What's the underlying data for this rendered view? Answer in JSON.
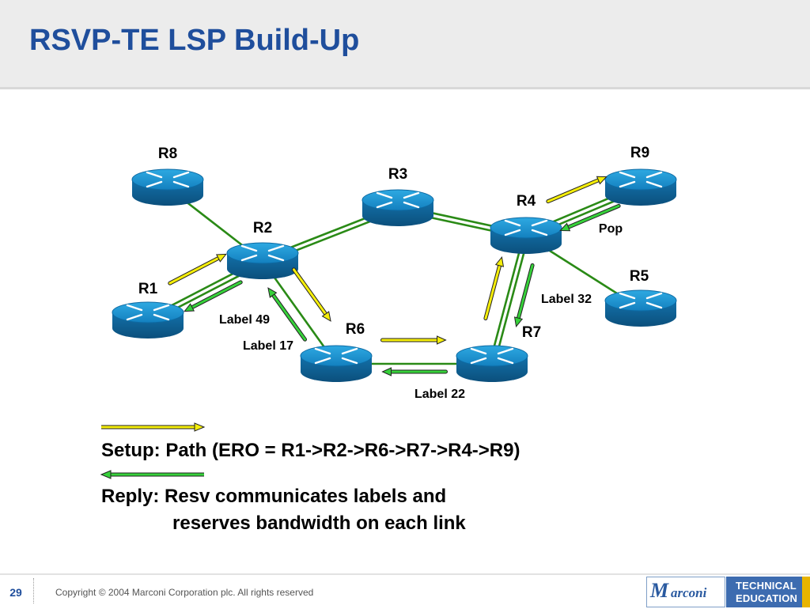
{
  "title": "RSVP-TE LSP Build-Up",
  "colors": {
    "title": "#1f4e9c",
    "link": "#2a8a16",
    "path_arrow": "#f5ee0a",
    "resv_arrow": "#36d13a"
  },
  "routers": [
    {
      "id": "R1",
      "label": "R1",
      "icon": "router-icon"
    },
    {
      "id": "R2",
      "label": "R2",
      "icon": "router-icon"
    },
    {
      "id": "R3",
      "label": "R3",
      "icon": "router-icon"
    },
    {
      "id": "R4",
      "label": "R4",
      "icon": "router-icon"
    },
    {
      "id": "R5",
      "label": "R5",
      "icon": "router-icon"
    },
    {
      "id": "R6",
      "label": "R6",
      "icon": "router-icon"
    },
    {
      "id": "R7",
      "label": "R7",
      "icon": "router-icon"
    },
    {
      "id": "R8",
      "label": "R8",
      "icon": "router-icon"
    },
    {
      "id": "R9",
      "label": "R9",
      "icon": "router-icon"
    }
  ],
  "links": [
    {
      "from": "R8",
      "to": "R2",
      "double": false
    },
    {
      "from": "R1",
      "to": "R2",
      "double": true
    },
    {
      "from": "R2",
      "to": "R3",
      "double": true
    },
    {
      "from": "R3",
      "to": "R4",
      "double": true
    },
    {
      "from": "R2",
      "to": "R6",
      "double": false
    },
    {
      "from": "R6",
      "to": "R7",
      "double": false
    },
    {
      "from": "R7",
      "to": "R4",
      "double": true
    },
    {
      "from": "R4",
      "to": "R9",
      "double": true
    },
    {
      "from": "R4",
      "to": "R5",
      "double": false
    }
  ],
  "path_hops": [
    {
      "from": "R1",
      "to": "R2"
    },
    {
      "from": "R2",
      "to": "R6"
    },
    {
      "from": "R6",
      "to": "R7"
    },
    {
      "from": "R7",
      "to": "R4"
    },
    {
      "from": "R4",
      "to": "R9"
    }
  ],
  "resv_hops": [
    {
      "from": "R9",
      "to": "R4"
    },
    {
      "from": "R4",
      "to": "R7"
    },
    {
      "from": "R7",
      "to": "R6"
    },
    {
      "from": "R6",
      "to": "R2"
    },
    {
      "from": "R2",
      "to": "R1"
    }
  ],
  "label_annotations": [
    "Label 49",
    "Label 17",
    "Label 22",
    "Label 32",
    "Pop"
  ],
  "legend": {
    "setup": "Setup: Path (ERO = R1->R2->R6->R7->R4->R9)",
    "reply_line1": "Reply: Resv communicates labels and",
    "reply_line2": "reserves bandwidth on each link"
  },
  "footer": {
    "page_number": "29",
    "copyright": "Copyright © 2004 Marconi Corporation plc. All rights reserved",
    "brand_name": "arconi",
    "brand_mark": "M",
    "tech_line1": "TECHNICAL",
    "tech_line2": "EDUCATION"
  }
}
